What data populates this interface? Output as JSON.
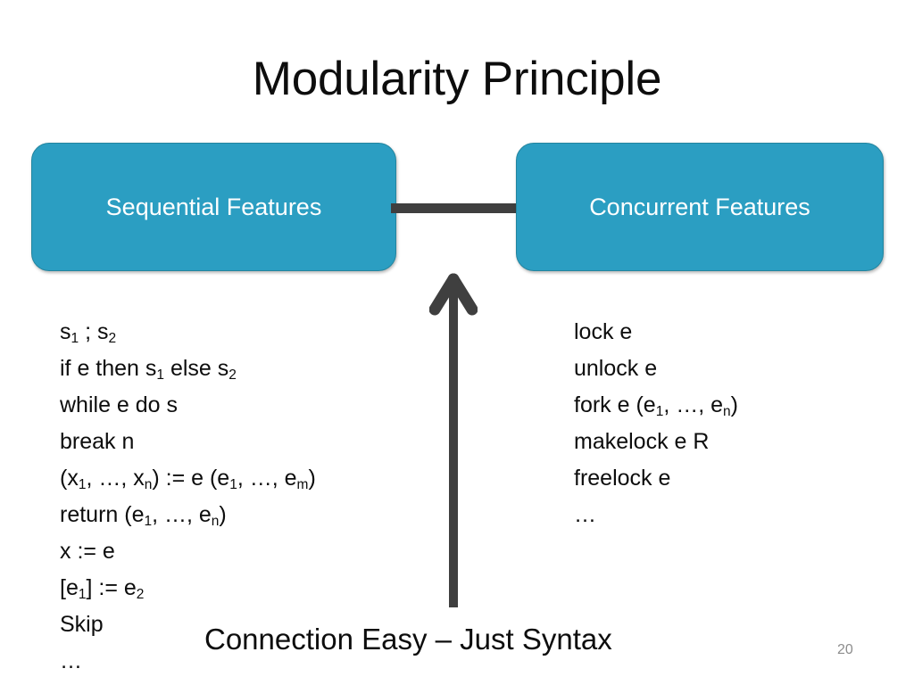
{
  "slide": {
    "title": "Modularity Principle",
    "caption": "Connection Easy – Just Syntax",
    "slide_number": "20",
    "background_color": "#ffffff"
  },
  "boxes": {
    "accent_color": "#2b9ec2",
    "border_color": "#23859f",
    "label_color": "#ffffff",
    "sequential": {
      "label": "Sequential Features"
    },
    "concurrent": {
      "label": "Concurrent Features"
    }
  },
  "connector": {
    "color": "#3f3f3f",
    "name": "horizontal-connector"
  },
  "arrow": {
    "color": "#3f3f3f",
    "direction": "up",
    "name": "up-arrow"
  },
  "sequential_syntax": {
    "lines": [
      [
        {
          "t": "s"
        },
        {
          "sub": "1"
        },
        {
          "t": " ; s"
        },
        {
          "sub": "2"
        }
      ],
      [
        {
          "t": "if e then s"
        },
        {
          "sub": "1"
        },
        {
          "t": " else s"
        },
        {
          "sub": "2"
        }
      ],
      [
        {
          "t": "while e do s"
        }
      ],
      [
        {
          "t": "break n"
        }
      ],
      [
        {
          "t": "(x"
        },
        {
          "sub": "1"
        },
        {
          "t": ", …, x"
        },
        {
          "sub": "n"
        },
        {
          "t": ") := e (e"
        },
        {
          "sub": "1"
        },
        {
          "t": ", …, e"
        },
        {
          "sub": "m"
        },
        {
          "t": ")"
        }
      ],
      [
        {
          "t": "return (e"
        },
        {
          "sub": "1"
        },
        {
          "t": ", …, e"
        },
        {
          "sub": "n"
        },
        {
          "t": ")"
        }
      ],
      [
        {
          "t": "x := e"
        }
      ],
      [
        {
          "t": "[e"
        },
        {
          "sub": "1"
        },
        {
          "t": "] := e"
        },
        {
          "sub": "2"
        }
      ],
      [
        {
          "t": "Skip"
        }
      ],
      [
        {
          "t": "…"
        }
      ]
    ]
  },
  "concurrent_syntax": {
    "lines": [
      [
        {
          "t": "lock e"
        }
      ],
      [
        {
          "t": "unlock e"
        }
      ],
      [
        {
          "t": "fork e (e"
        },
        {
          "sub": "1"
        },
        {
          "t": ", …, e"
        },
        {
          "sub": "n"
        },
        {
          "t": ")"
        }
      ],
      [
        {
          "t": "makelock e R"
        }
      ],
      [
        {
          "t": "freelock e"
        }
      ],
      [
        {
          "t": "…"
        }
      ]
    ]
  }
}
